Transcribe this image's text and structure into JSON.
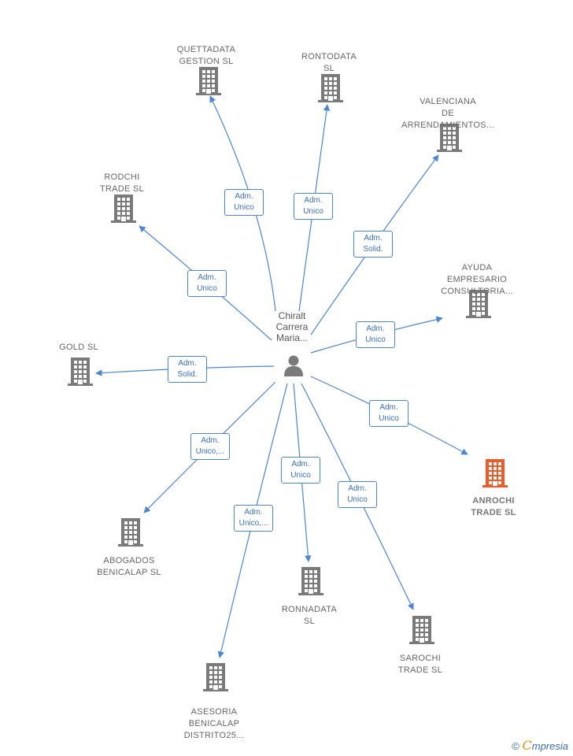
{
  "center": {
    "label": "Chiralt\nCarrera\nMaria..."
  },
  "nodes": [
    {
      "id": "quettadata",
      "label": "QUETTADATA\nGESTION  SL",
      "highlight": false
    },
    {
      "id": "rontodata",
      "label": "RONTODATA\nSL",
      "highlight": false
    },
    {
      "id": "valenciana",
      "label": "VALENCIANA\nDE\nARRENDAMIENTOS...",
      "highlight": false
    },
    {
      "id": "rodchi",
      "label": "RODCHI\nTRADE  SL",
      "highlight": false
    },
    {
      "id": "ayuda",
      "label": "AYUDA\nEMPRESARIO\nCONSULTORIA...",
      "highlight": false
    },
    {
      "id": "gold",
      "label": "GOLD  SL",
      "highlight": false
    },
    {
      "id": "anrochi",
      "label": "ANROCHI\nTRADE  SL",
      "highlight": true
    },
    {
      "id": "abogados",
      "label": "ABOGADOS\nBENICALAP  SL",
      "highlight": false
    },
    {
      "id": "ronnadata",
      "label": "RONNADATA\nSL",
      "highlight": false
    },
    {
      "id": "sarochi",
      "label": "SAROCHI\nTRADE  SL",
      "highlight": false
    },
    {
      "id": "asesoria",
      "label": "ASESORIA\nBENICALAP\nDISTRITO25...",
      "highlight": false
    }
  ],
  "edges": [
    {
      "to": "quettadata",
      "label": "Adm.\nUnico"
    },
    {
      "to": "rontodata",
      "label": "Adm.\nUnico"
    },
    {
      "to": "valenciana",
      "label": "Adm.\nSolid."
    },
    {
      "to": "rodchi",
      "label": "Adm.\nUnico"
    },
    {
      "to": "ayuda",
      "label": "Adm.\nUnico"
    },
    {
      "to": "gold",
      "label": "Adm.\nSolid."
    },
    {
      "to": "anrochi",
      "label": "Adm.\nUnico"
    },
    {
      "to": "abogados",
      "label": "Adm.\nUnico,..."
    },
    {
      "to": "ronnadata",
      "label": "Adm.\nUnico"
    },
    {
      "to": "sarochi",
      "label": "Adm.\nUnico"
    },
    {
      "to": "asesoria",
      "label": "Adm.\nUnico,..."
    }
  ],
  "colors": {
    "edge": "#4a86d6",
    "building": "#7a7a7a",
    "building_highlight": "#f05a28",
    "person": "#7a7a7a"
  },
  "footer": {
    "copyright": "©",
    "brand_first": "C",
    "brand_rest": "mpresia"
  }
}
